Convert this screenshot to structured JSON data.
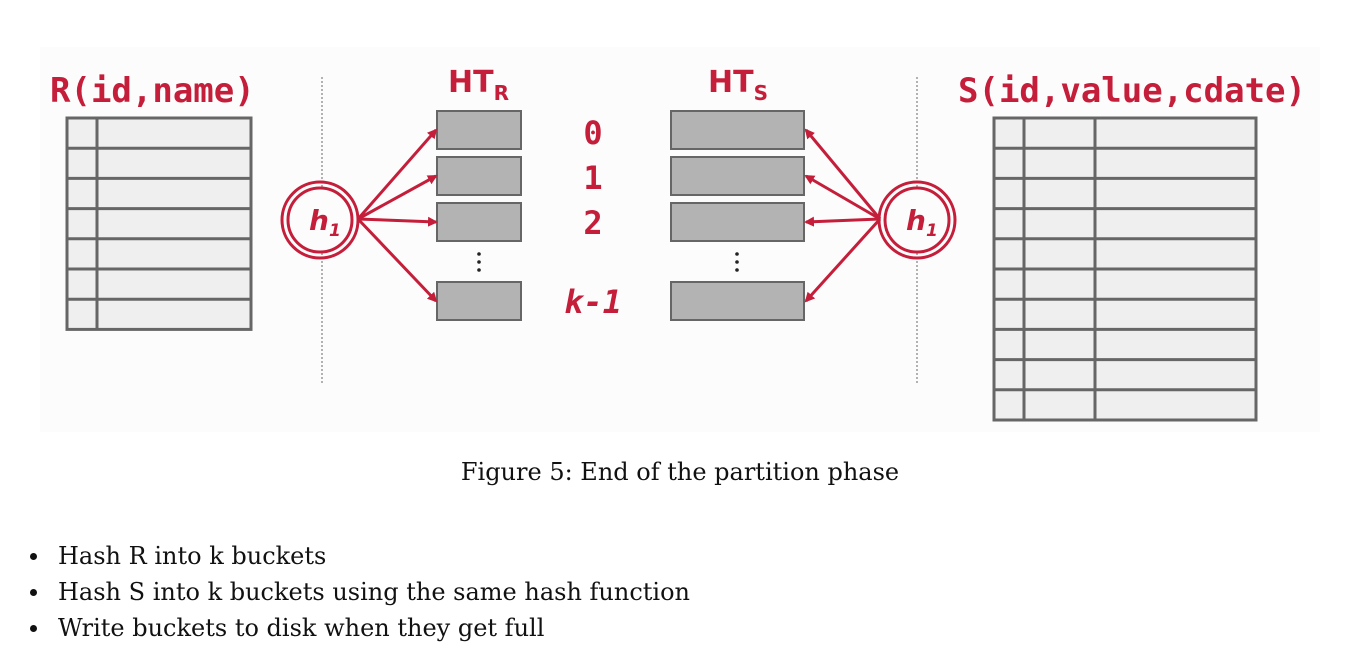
{
  "figure": {
    "left_table_title": "R(id,name)",
    "right_table_title": "S(id,value,cdate)",
    "ht_left_main": "HT",
    "ht_left_sub": "R",
    "ht_right_main": "HT",
    "ht_right_sub": "S",
    "hash_left_main": "h",
    "hash_left_sub": "1",
    "hash_right_main": "h",
    "hash_right_sub": "1",
    "bucket_labels": [
      "0",
      "1",
      "2",
      "k-1"
    ],
    "ellipsis": "⋮",
    "left_table_rows": 7,
    "right_table_rows": 10,
    "accent_color": "#c41e3a",
    "bucket_fill": "#b3b3b3",
    "table_fill": "#efefef"
  },
  "caption": "Figure 5: End of the partition phase",
  "bullets": [
    "Hash R into k buckets",
    "Hash S into k buckets using the same hash function",
    "Write buckets to disk when they get full"
  ]
}
